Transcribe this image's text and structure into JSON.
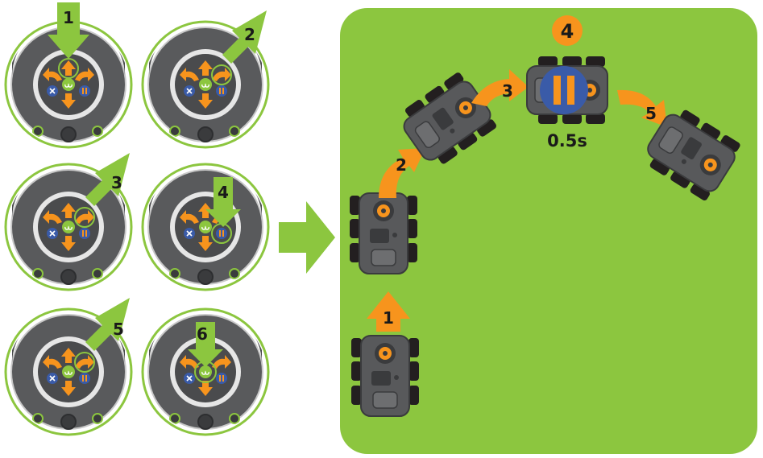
{
  "step_buttons": [
    {
      "number": "1",
      "button": "up-arrow"
    },
    {
      "number": "2",
      "button": "right-turn-arrow"
    },
    {
      "number": "3",
      "button": "right-turn-arrow"
    },
    {
      "number": "4",
      "button": "pause"
    },
    {
      "number": "5",
      "button": "right-turn-arrow"
    },
    {
      "number": "6",
      "button": "go"
    }
  ],
  "path": {
    "move_labels": [
      "1",
      "2",
      "3",
      "5"
    ],
    "pause_label": "4",
    "pause_time": "0.5s"
  },
  "colors": {
    "green": "#8cc63f",
    "orange": "#f7941d",
    "robot_body": "#58595b",
    "robot_dark": "#3a3b3d",
    "tire": "#231f20",
    "blue": "#3a5ba8",
    "ring_green": "#8cc63f"
  },
  "icons": [
    "arrow-up-icon",
    "arrow-down-icon",
    "arrow-left-icon",
    "arrow-right-icon",
    "pause-icon",
    "go-icon",
    "cancel-icon"
  ]
}
